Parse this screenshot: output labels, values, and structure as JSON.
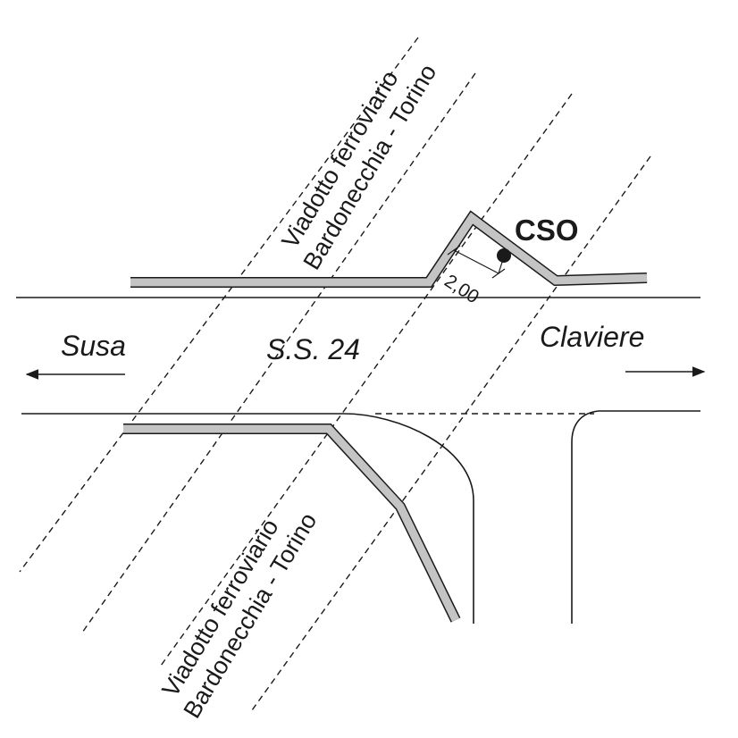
{
  "labels": {
    "viaduct_top_line1": "Viadotto ferroviario",
    "viaduct_top_line2": "Bardonecchia - Torino",
    "viaduct_bottom_line1": "Viadotto ferroviario",
    "viaduct_bottom_line2": "Bardonecchia - Torino",
    "cso": "CSO",
    "distance": "2,00",
    "road": "S.S. 24",
    "direction_left": "Susa",
    "direction_right": "Claviere"
  },
  "colors": {
    "line": "#1a1a1a",
    "barrier_fill": "#c4c4c4",
    "background": "#ffffff"
  }
}
